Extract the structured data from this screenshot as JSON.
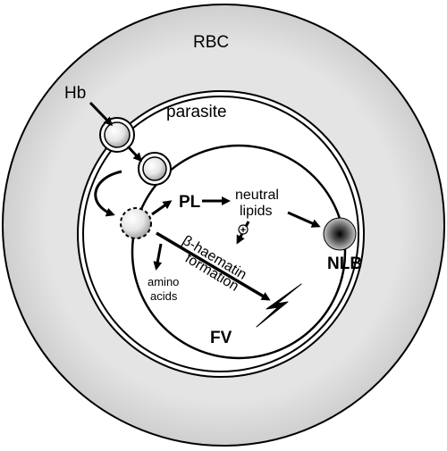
{
  "labels": {
    "rbc": "RBC",
    "hb": "Hb",
    "parasite": "parasite",
    "pl": "PL",
    "neutral": "neutral",
    "lipids": "lipids",
    "plus": "+",
    "beta": "β-haematin",
    "formation": "formation",
    "amino": "amino",
    "acids": "acids",
    "nlb": "NLB",
    "fv": "FV"
  },
  "colors": {
    "rbc_fill": "#dcdcdc",
    "outline": "#000000",
    "background": "#ffffff"
  }
}
